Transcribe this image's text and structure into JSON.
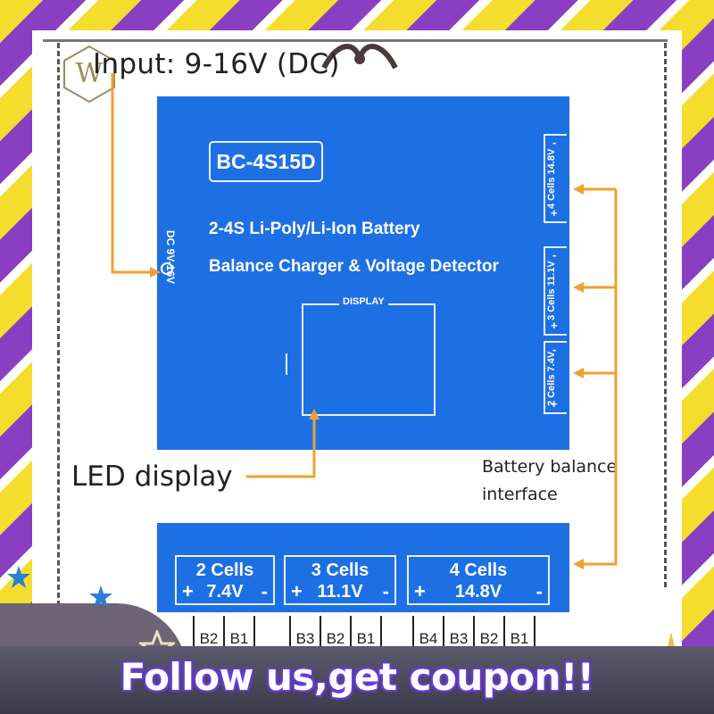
{
  "input_label": "Input: 9-16V (DC)",
  "board": {
    "model": "BC-4S15D",
    "line1": "2-4S Li-Poly/Li-Ion Battery",
    "line2": "Balance Charger & Voltage Detector",
    "dc_label": "DC 9V-16V",
    "display_title": "DISPLAY",
    "connectors": [
      {
        "cells": "4 Cells",
        "voltage": "14.8V"
      },
      {
        "cells": "3 Cells",
        "voltage": "11.1V"
      },
      {
        "cells": "2 Cells",
        "voltage": "7.4V"
      }
    ]
  },
  "led_label": "LED display",
  "balance_label_1": "Battery balance",
  "balance_label_2": "interface",
  "lower_boxes": [
    {
      "cells": "2 Cells",
      "voltage": "7.4V"
    },
    {
      "cells": "3 Cells",
      "voltage": "11.1V"
    },
    {
      "cells": "4 Cells",
      "voltage": "14.8V"
    }
  ],
  "pins": {
    "group1": [
      "B2",
      "B1"
    ],
    "group2": [
      "B3",
      "B2",
      "B1"
    ],
    "group3": [
      "B4",
      "B3",
      "B2",
      "B1"
    ]
  },
  "plus_sign": "+",
  "minus_sign": "-",
  "banner": "Follow us,get coupon!!",
  "colors": {
    "board_blue": "#1d70e3",
    "arrow_orange": "#f0a030",
    "stripe_yellow": "#f5dd2e",
    "stripe_purple": "#8a3fc2"
  }
}
